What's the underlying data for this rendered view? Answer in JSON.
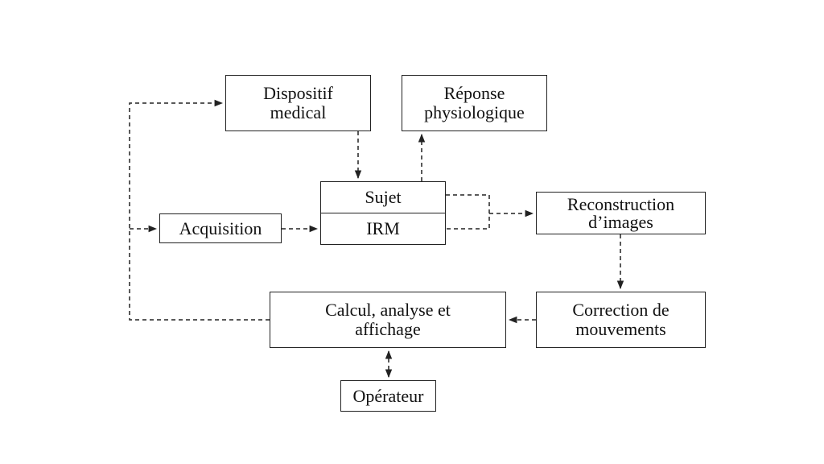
{
  "diagram": {
    "nodes": {
      "dispositif": "Dispositif\nmedical",
      "reponse": "Réponse\nphysiologique",
      "sujet": "Sujet",
      "irm": "IRM",
      "acquisition": "Acquisition",
      "reconstruction": "Reconstruction\nd’images",
      "correction": "Correction de\nmouvements",
      "calcul": "Calcul, analyse et\naffichage",
      "operateur": "Opérateur"
    },
    "edges": [
      {
        "from": "calcul",
        "to": "dispositif",
        "style": "dashed"
      },
      {
        "from": "calcul",
        "to": "acquisition",
        "style": "dashed"
      },
      {
        "from": "dispositif",
        "to": "sujet",
        "style": "dashed"
      },
      {
        "from": "sujet",
        "to": "reponse",
        "style": "dashed"
      },
      {
        "from": "acquisition",
        "to": "irm",
        "style": "dashed"
      },
      {
        "from": "sujet",
        "to": "reconstruction",
        "style": "dashed"
      },
      {
        "from": "irm",
        "to": "reconstruction",
        "style": "dashed"
      },
      {
        "from": "reconstruction",
        "to": "correction",
        "style": "dashed"
      },
      {
        "from": "correction",
        "to": "calcul",
        "style": "dashed"
      },
      {
        "from": "calcul",
        "to": "operateur",
        "style": "dashed",
        "bidirectional": true
      }
    ],
    "line_color": "#222222"
  }
}
